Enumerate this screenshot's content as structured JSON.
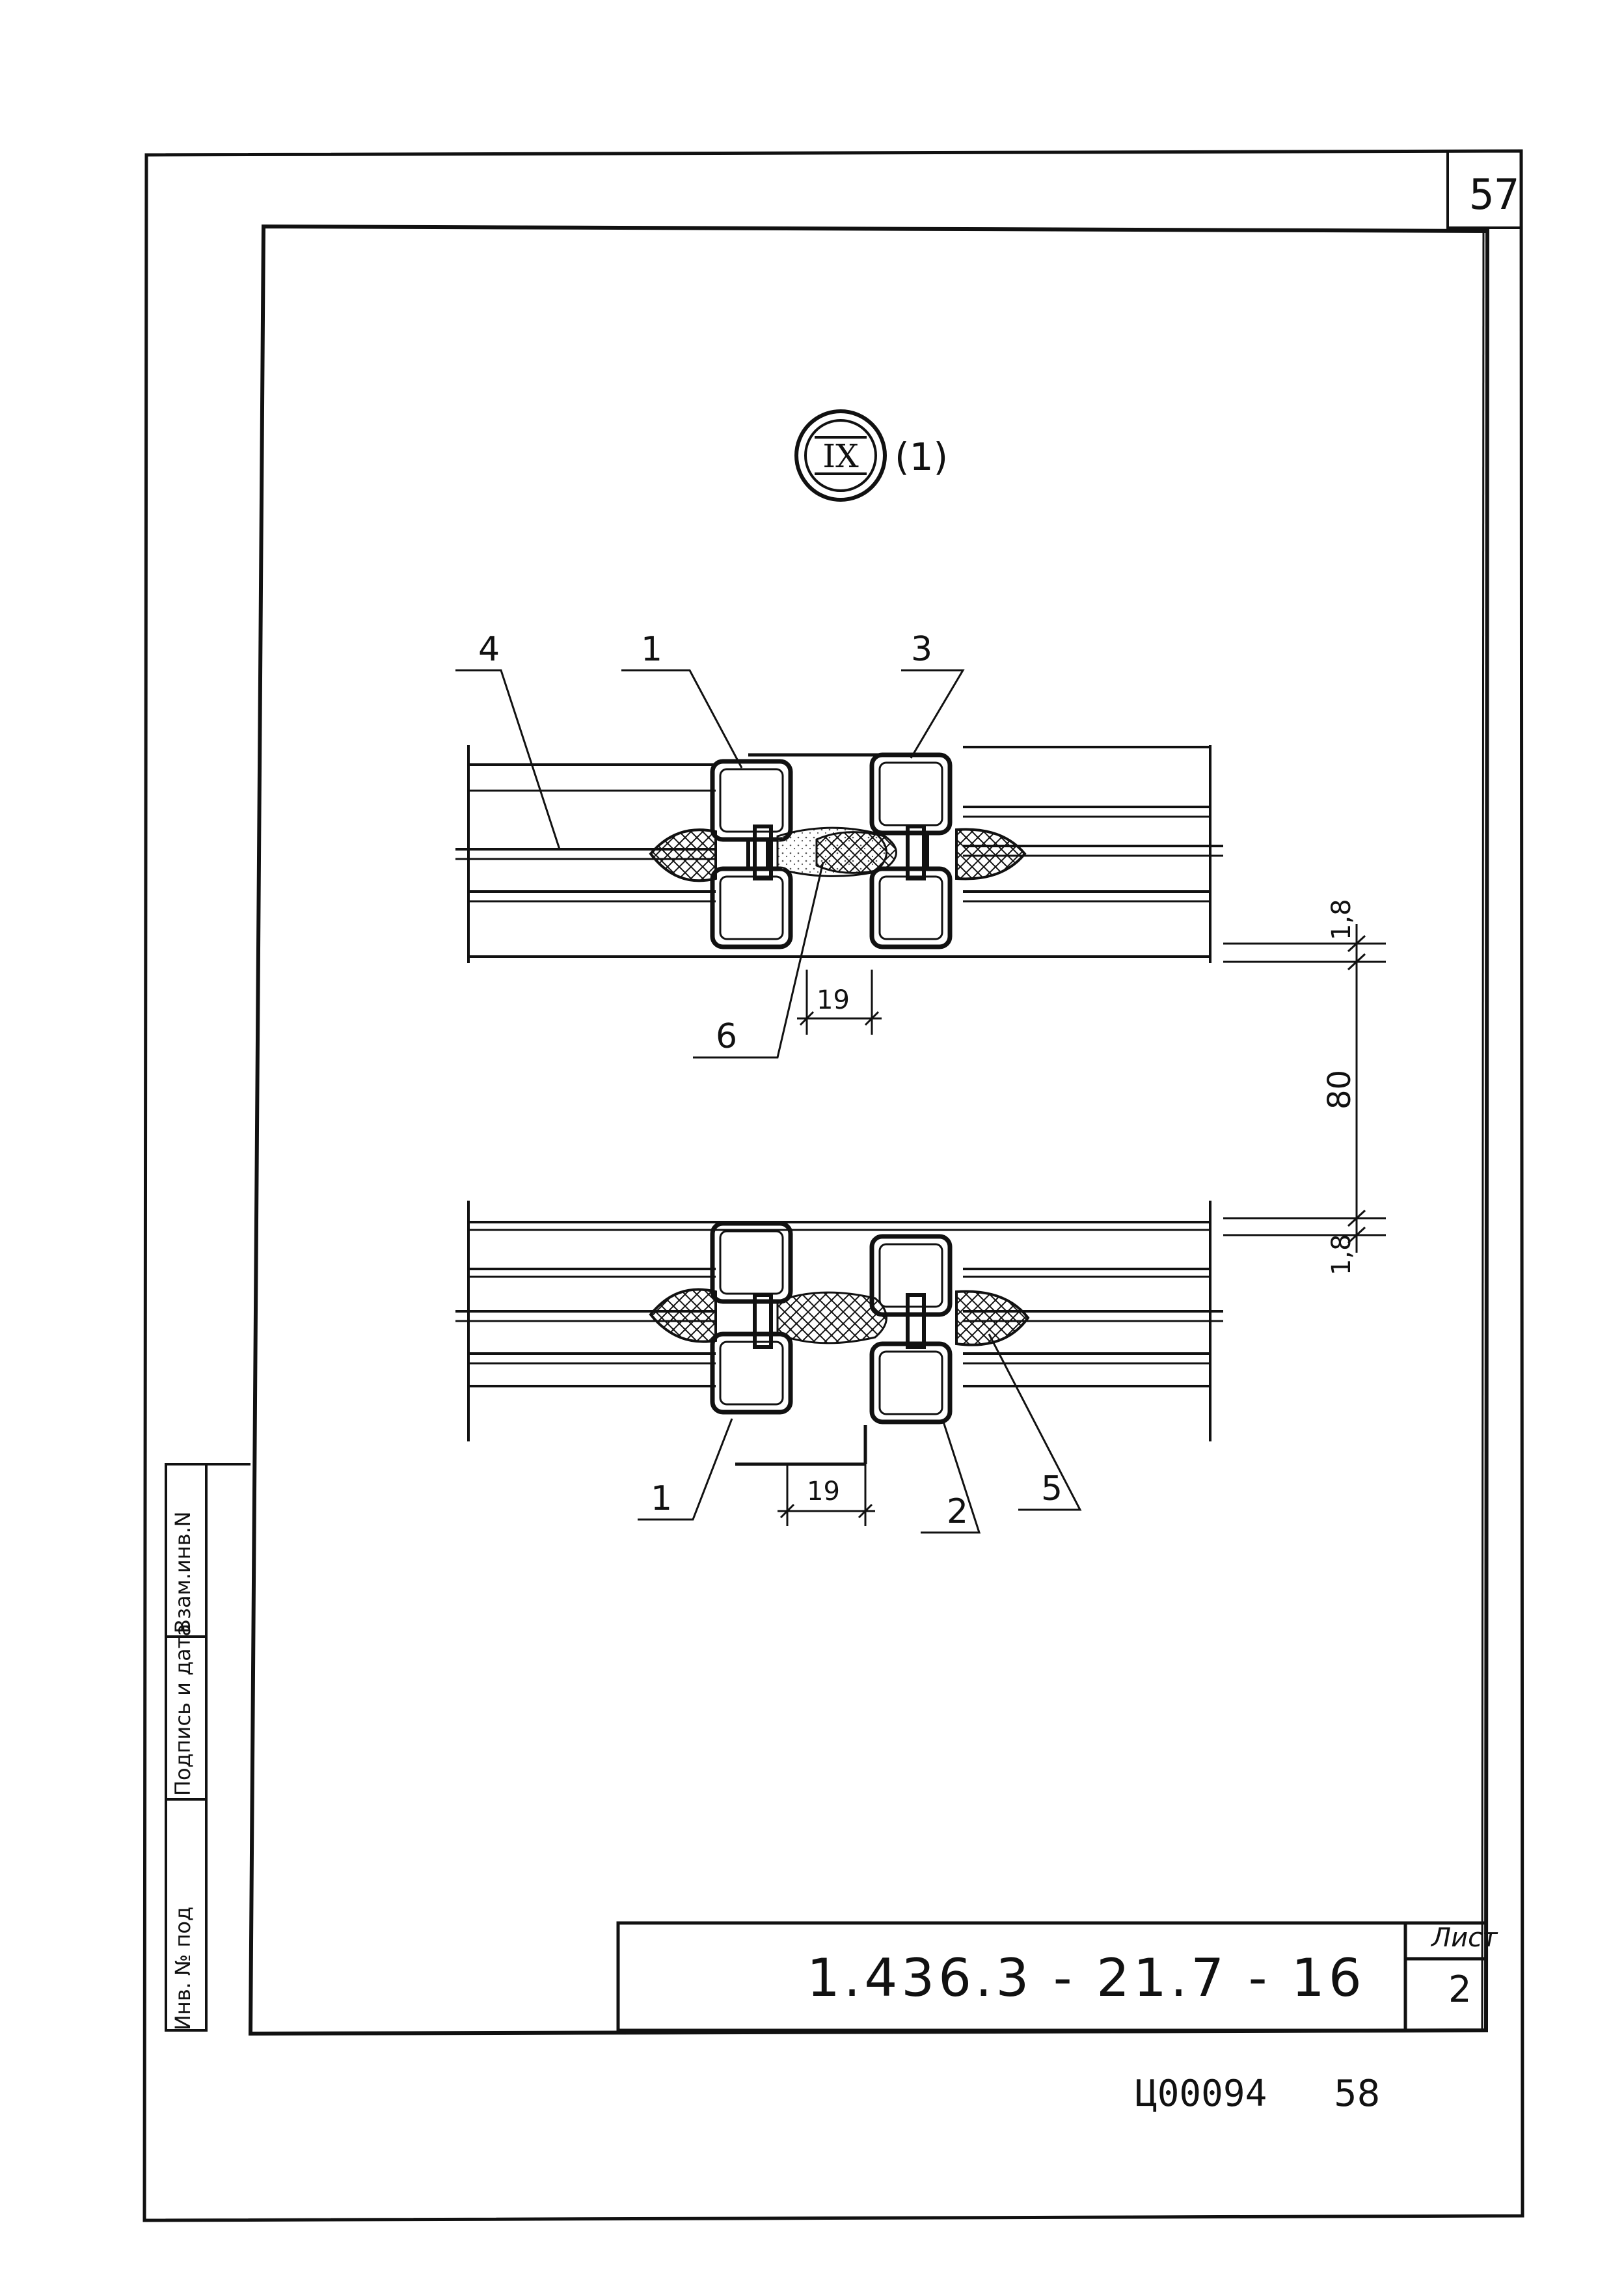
{
  "sheet": {
    "corner_page": "57",
    "detail_mark": "IX",
    "detail_variant": "(1)",
    "designation": "1.436.3 - 21.7 - 16",
    "sheet_label": "Лист",
    "sheet_number": "2",
    "archive_code": "Ц00094",
    "page_number": "58",
    "side_stamp": {
      "inv_no": "Инв. № под",
      "signature_date": "Подпись и дата",
      "replaced_inv": "Взам.инв.N"
    }
  },
  "callouts": {
    "top": [
      "4",
      "1",
      "3",
      "6"
    ],
    "bottom": [
      "1",
      "2",
      "5"
    ]
  },
  "dimensions": {
    "gap_top": "19",
    "gap_bottom": "19",
    "thickness_top": "1,8",
    "spacing": "80",
    "thickness_bottom": "1,8"
  },
  "colors": {
    "ink": "#111111",
    "paper": "#ffffff"
  }
}
